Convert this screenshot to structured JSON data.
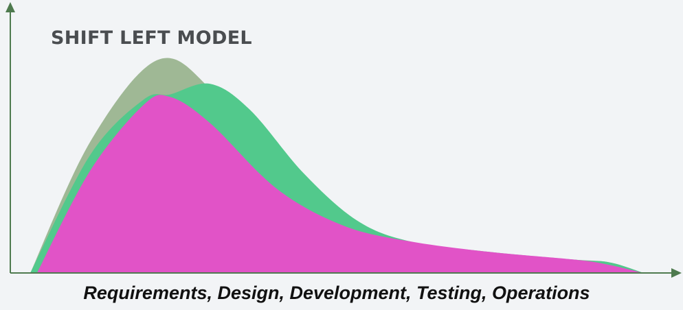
{
  "chart_data": {
    "type": "area",
    "title": "SHIFT LEFT MODEL",
    "xlabel": "Requirements, Design, Development, Testing, Operations",
    "ylabel": "",
    "grid": false,
    "axis_color": "#4e7a4e",
    "series": [
      {
        "color": "#9fb895",
        "points": [
          [
            3,
            0
          ],
          [
            12,
            50
          ],
          [
            22,
            81
          ],
          [
            30,
            70
          ],
          [
            40,
            36
          ],
          [
            50,
            16
          ],
          [
            60,
            10
          ],
          [
            72,
            7
          ],
          [
            85,
            5
          ],
          [
            90,
            4
          ],
          [
            95,
            0
          ]
        ]
      },
      {
        "color": "#52c98c",
        "points": [
          [
            3,
            0
          ],
          [
            12,
            45
          ],
          [
            20,
            66
          ],
          [
            24,
            68
          ],
          [
            30,
            72
          ],
          [
            36,
            62
          ],
          [
            44,
            38
          ],
          [
            52,
            20
          ],
          [
            60,
            12
          ],
          [
            72,
            8
          ],
          [
            85,
            5
          ],
          [
            90,
            4
          ],
          [
            95,
            0
          ]
        ]
      },
      {
        "color": "#e153c7",
        "points": [
          [
            4,
            0
          ],
          [
            12,
            39
          ],
          [
            20,
            64
          ],
          [
            24,
            67
          ],
          [
            30,
            57
          ],
          [
            40,
            32
          ],
          [
            50,
            18
          ],
          [
            60,
            12
          ],
          [
            72,
            8
          ],
          [
            85,
            5
          ],
          [
            90,
            3
          ],
          [
            95,
            0
          ]
        ]
      }
    ]
  }
}
